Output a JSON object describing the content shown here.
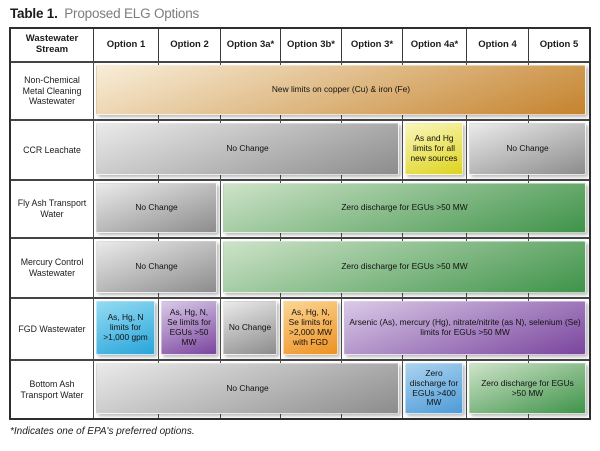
{
  "title": {
    "prefix": "Table 1.",
    "text": "Proposed ELG Options"
  },
  "footnote": "*Indicates one of EPA's preferred options.",
  "colors": {
    "orange_banner": {
      "light": "#f8eed9",
      "dark": "#c5832e"
    },
    "gray": {
      "light": "#eaeaea",
      "dark": "#8c8c8c"
    },
    "yellow": {
      "light": "#faf7bb",
      "dark": "#ddd31f"
    },
    "green": {
      "light": "#cde3c8",
      "dark": "#3f9349"
    },
    "cyan": {
      "light": "#93dbf3",
      "dark": "#29a5da"
    },
    "purple": {
      "light": "#d9c9e7",
      "dark": "#7a459e"
    },
    "orange_small": {
      "light": "#fbd693",
      "dark": "#ee9123"
    },
    "blue": {
      "light": "#abd3ef",
      "dark": "#4e9bd8"
    }
  },
  "table": {
    "header": [
      "Wastewater Stream",
      "Option 1",
      "Option 2",
      "Option 3a*",
      "Option 3b*",
      "Option 3*",
      "Option 4a*",
      "Option 4",
      "Option 5"
    ],
    "rows": [
      {
        "stream": "Non-Chemical Metal Cleaning Wastewater",
        "bars": [
          {
            "text": "New limits on copper (Cu) & iron (Fe)",
            "start": 1,
            "span": 8,
            "color": "orange_banner"
          }
        ]
      },
      {
        "stream": "CCR Leachate",
        "bars": [
          {
            "text": "No Change",
            "start": 1,
            "span": 5,
            "color": "gray"
          },
          {
            "text": "As and Hg limits for all new sources",
            "start": 6,
            "span": 1,
            "color": "yellow"
          },
          {
            "text": "No Change",
            "start": 7,
            "span": 2,
            "color": "gray"
          }
        ]
      },
      {
        "stream": "Fly Ash Transport Water",
        "bars": [
          {
            "text": "No Change",
            "start": 1,
            "span": 2,
            "color": "gray"
          },
          {
            "text": "Zero discharge for EGUs >50 MW",
            "start": 3,
            "span": 6,
            "color": "green"
          }
        ]
      },
      {
        "stream": "Mercury Control Wastewater",
        "bars": [
          {
            "text": "No Change",
            "start": 1,
            "span": 2,
            "color": "gray"
          },
          {
            "text": "Zero discharge for EGUs >50 MW",
            "start": 3,
            "span": 6,
            "color": "green"
          }
        ]
      },
      {
        "stream": "FGD Wastewater",
        "bars": [
          {
            "text": "As, Hg, N limits for >1,000 gpm",
            "start": 1,
            "span": 1,
            "color": "cyan"
          },
          {
            "text": "As, Hg, N, Se limits for EGUs >50 MW",
            "start": 2,
            "span": 1,
            "color": "purple"
          },
          {
            "text": "No Change",
            "start": 3,
            "span": 1,
            "color": "gray"
          },
          {
            "text": "As, Hg, N, Se limits for >2,000 MW with FGD",
            "start": 4,
            "span": 1,
            "color": "orange_small"
          },
          {
            "text": "Arsenic (As), mercury (Hg), nitrate/nitrite (as N), selenium (Se) limits for EGUs >50 MW",
            "start": 5,
            "span": 4,
            "color": "purple"
          }
        ]
      },
      {
        "stream": "Bottom Ash Transport Water",
        "bars": [
          {
            "text": "No Change",
            "start": 1,
            "span": 5,
            "color": "gray"
          },
          {
            "text": "Zero discharge for EGUs >400 MW",
            "start": 6,
            "span": 1,
            "color": "blue"
          },
          {
            "text": "Zero discharge for EGUs >50 MW",
            "start": 7,
            "span": 2,
            "color": "green"
          }
        ]
      }
    ]
  }
}
